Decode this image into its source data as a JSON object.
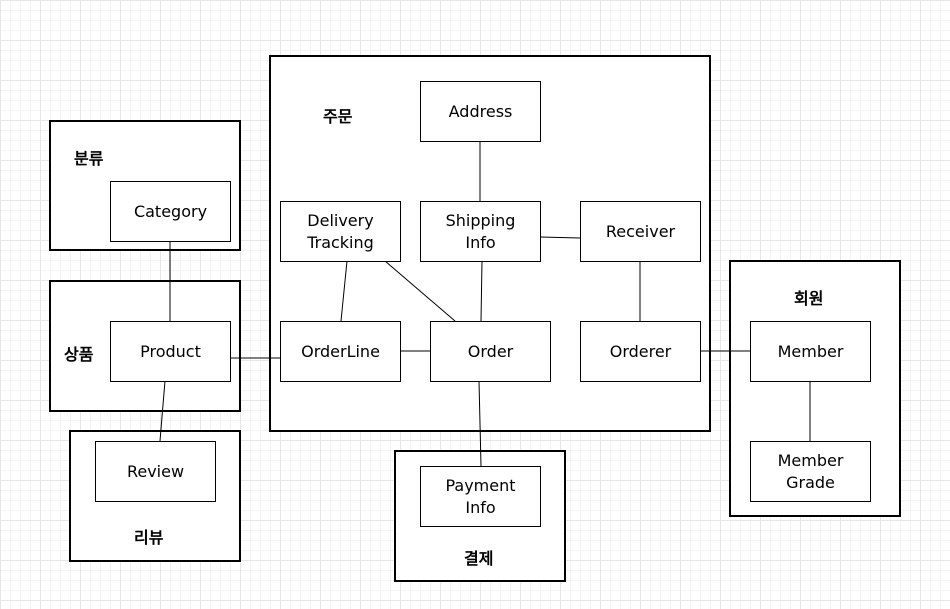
{
  "groups": {
    "category": "분류",
    "product": "상품",
    "review": "리뷰",
    "order": "주문",
    "payment": "결제",
    "member": "회원"
  },
  "entities": {
    "category": "Category",
    "product": "Product",
    "review": "Review",
    "address": "Address",
    "delivery_tracking": "Delivery\nTracking",
    "shipping_info": "Shipping\nInfo",
    "receiver": "Receiver",
    "order_line": "OrderLine",
    "order": "Order",
    "orderer": "Orderer",
    "payment_info": "Payment\nInfo",
    "member": "Member",
    "member_grade": "Member\nGrade"
  }
}
